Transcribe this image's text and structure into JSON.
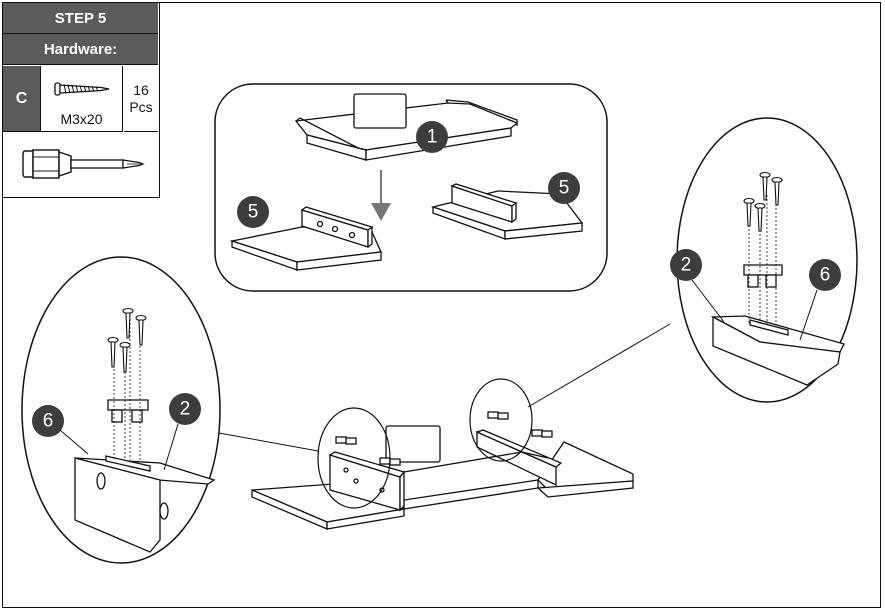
{
  "step": {
    "label": "STEP 5"
  },
  "hardware": {
    "title": "Hardware:",
    "items": [
      {
        "code": "C",
        "size": "M3x20",
        "qty_value": "16",
        "qty_unit": "Pcs",
        "icon": "screw-icon"
      }
    ],
    "tool_icon": "screwdriver-icon"
  },
  "parts": {
    "panel_top": "1",
    "shelf_left": "5",
    "shelf_right": "5",
    "detail_left_part_a": "6",
    "detail_left_part_b": "2",
    "detail_right_part_a": "2",
    "detail_right_part_b": "6"
  },
  "colors": {
    "badge": "#3d3d3d",
    "header": "#5b5b5b",
    "line": "#111111"
  }
}
